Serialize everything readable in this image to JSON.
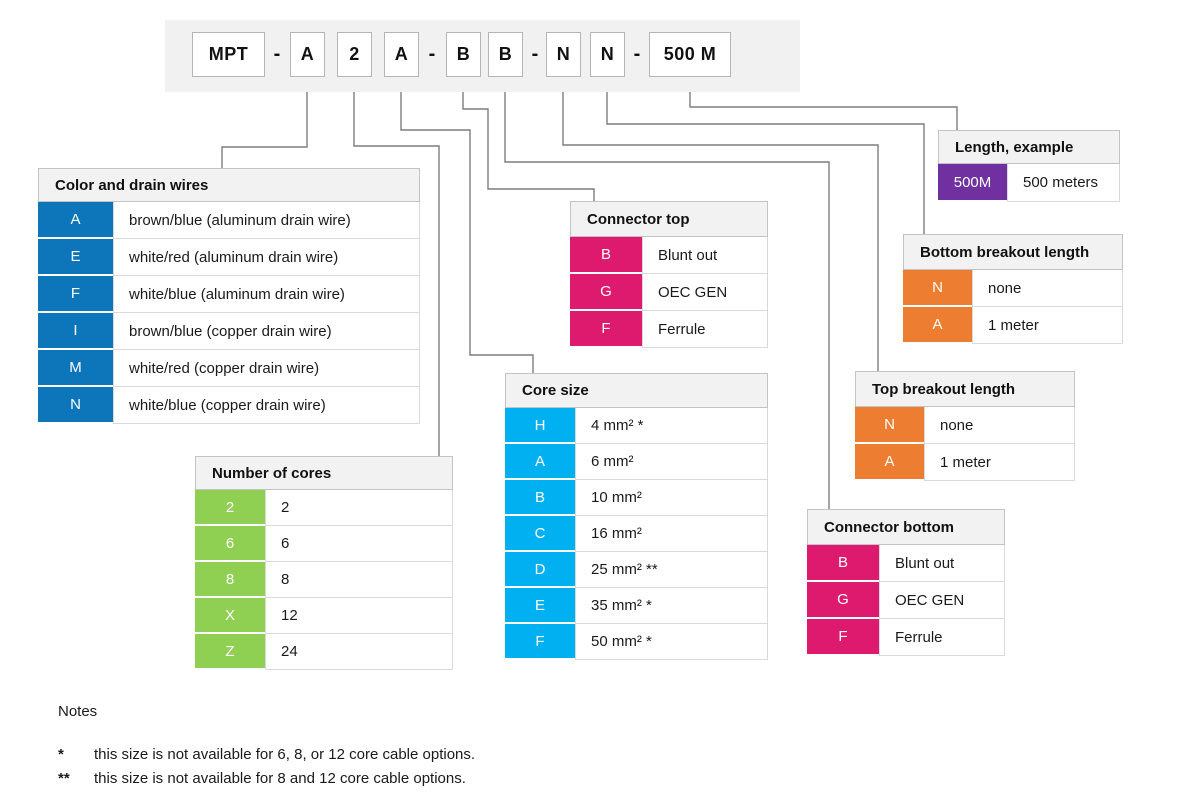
{
  "code": {
    "prefix": "MPT",
    "sep": "-",
    "color_drain": "A",
    "cores": "2",
    "core_size": "A",
    "conn_top": "B",
    "conn_bottom": "B",
    "top_breakout": "N",
    "bottom_breakout": "N",
    "length": "500 M"
  },
  "colors": {
    "blue": "#0d76ba",
    "green": "#8fd053",
    "cyan": "#00b0f0",
    "pink": "#dd1a6d",
    "orange": "#ed7d31",
    "purple": "#7030a0"
  },
  "tables": {
    "color_drain": {
      "title": "Color and drain wires",
      "rows": [
        {
          "code": "A",
          "label": "brown/blue  (aluminum drain wire)"
        },
        {
          "code": "E",
          "label": "white/red (aluminum drain wire)"
        },
        {
          "code": "F",
          "label": "white/blue (aluminum drain wire)"
        },
        {
          "code": "I",
          "label": "brown/blue (copper drain wire)"
        },
        {
          "code": "M",
          "label": "white/red (copper drain wire)"
        },
        {
          "code": "N",
          "label": "white/blue (copper drain wire)"
        }
      ]
    },
    "cores": {
      "title": "Number of cores",
      "rows": [
        {
          "code": "2",
          "label": "2"
        },
        {
          "code": "6",
          "label": "6"
        },
        {
          "code": "8",
          "label": "8"
        },
        {
          "code": "X",
          "label": "12"
        },
        {
          "code": "Z",
          "label": "24"
        }
      ]
    },
    "core_size": {
      "title": "Core size",
      "rows": [
        {
          "code": "H",
          "label": "4 mm² *"
        },
        {
          "code": "A",
          "label": "6 mm²"
        },
        {
          "code": "B",
          "label": "10 mm²"
        },
        {
          "code": "C",
          "label": "16 mm²"
        },
        {
          "code": "D",
          "label": "25 mm² **"
        },
        {
          "code": "E",
          "label": "35 mm²  *"
        },
        {
          "code": "F",
          "label": "50 mm² *"
        }
      ]
    },
    "conn_top": {
      "title": "Connector top",
      "rows": [
        {
          "code": "B",
          "label": "Blunt out"
        },
        {
          "code": "G",
          "label": "OEC GEN"
        },
        {
          "code": "F",
          "label": "Ferrule"
        }
      ]
    },
    "conn_bottom": {
      "title": "Connector bottom",
      "rows": [
        {
          "code": "B",
          "label": "Blunt out"
        },
        {
          "code": "G",
          "label": "OEC GEN"
        },
        {
          "code": "F",
          "label": "Ferrule"
        }
      ]
    },
    "top_breakout": {
      "title": "Top breakout length",
      "rows": [
        {
          "code": "N",
          "label": "none"
        },
        {
          "code": "A",
          "label": "1 meter"
        }
      ]
    },
    "bottom_breakout": {
      "title": "Bottom breakout length",
      "rows": [
        {
          "code": "N",
          "label": "none"
        },
        {
          "code": "A",
          "label": "1 meter"
        }
      ]
    },
    "length": {
      "title": "Length, example",
      "rows": [
        {
          "code": "500M",
          "label": "500 meters"
        }
      ]
    }
  },
  "notes": {
    "heading": "Notes",
    "items": [
      {
        "marker": "*",
        "text": "this size is not available for 6, 8, or 12 core cable options."
      },
      {
        "marker": "**",
        "text": "this size is not available for 8 and 12 core cable options."
      }
    ]
  }
}
